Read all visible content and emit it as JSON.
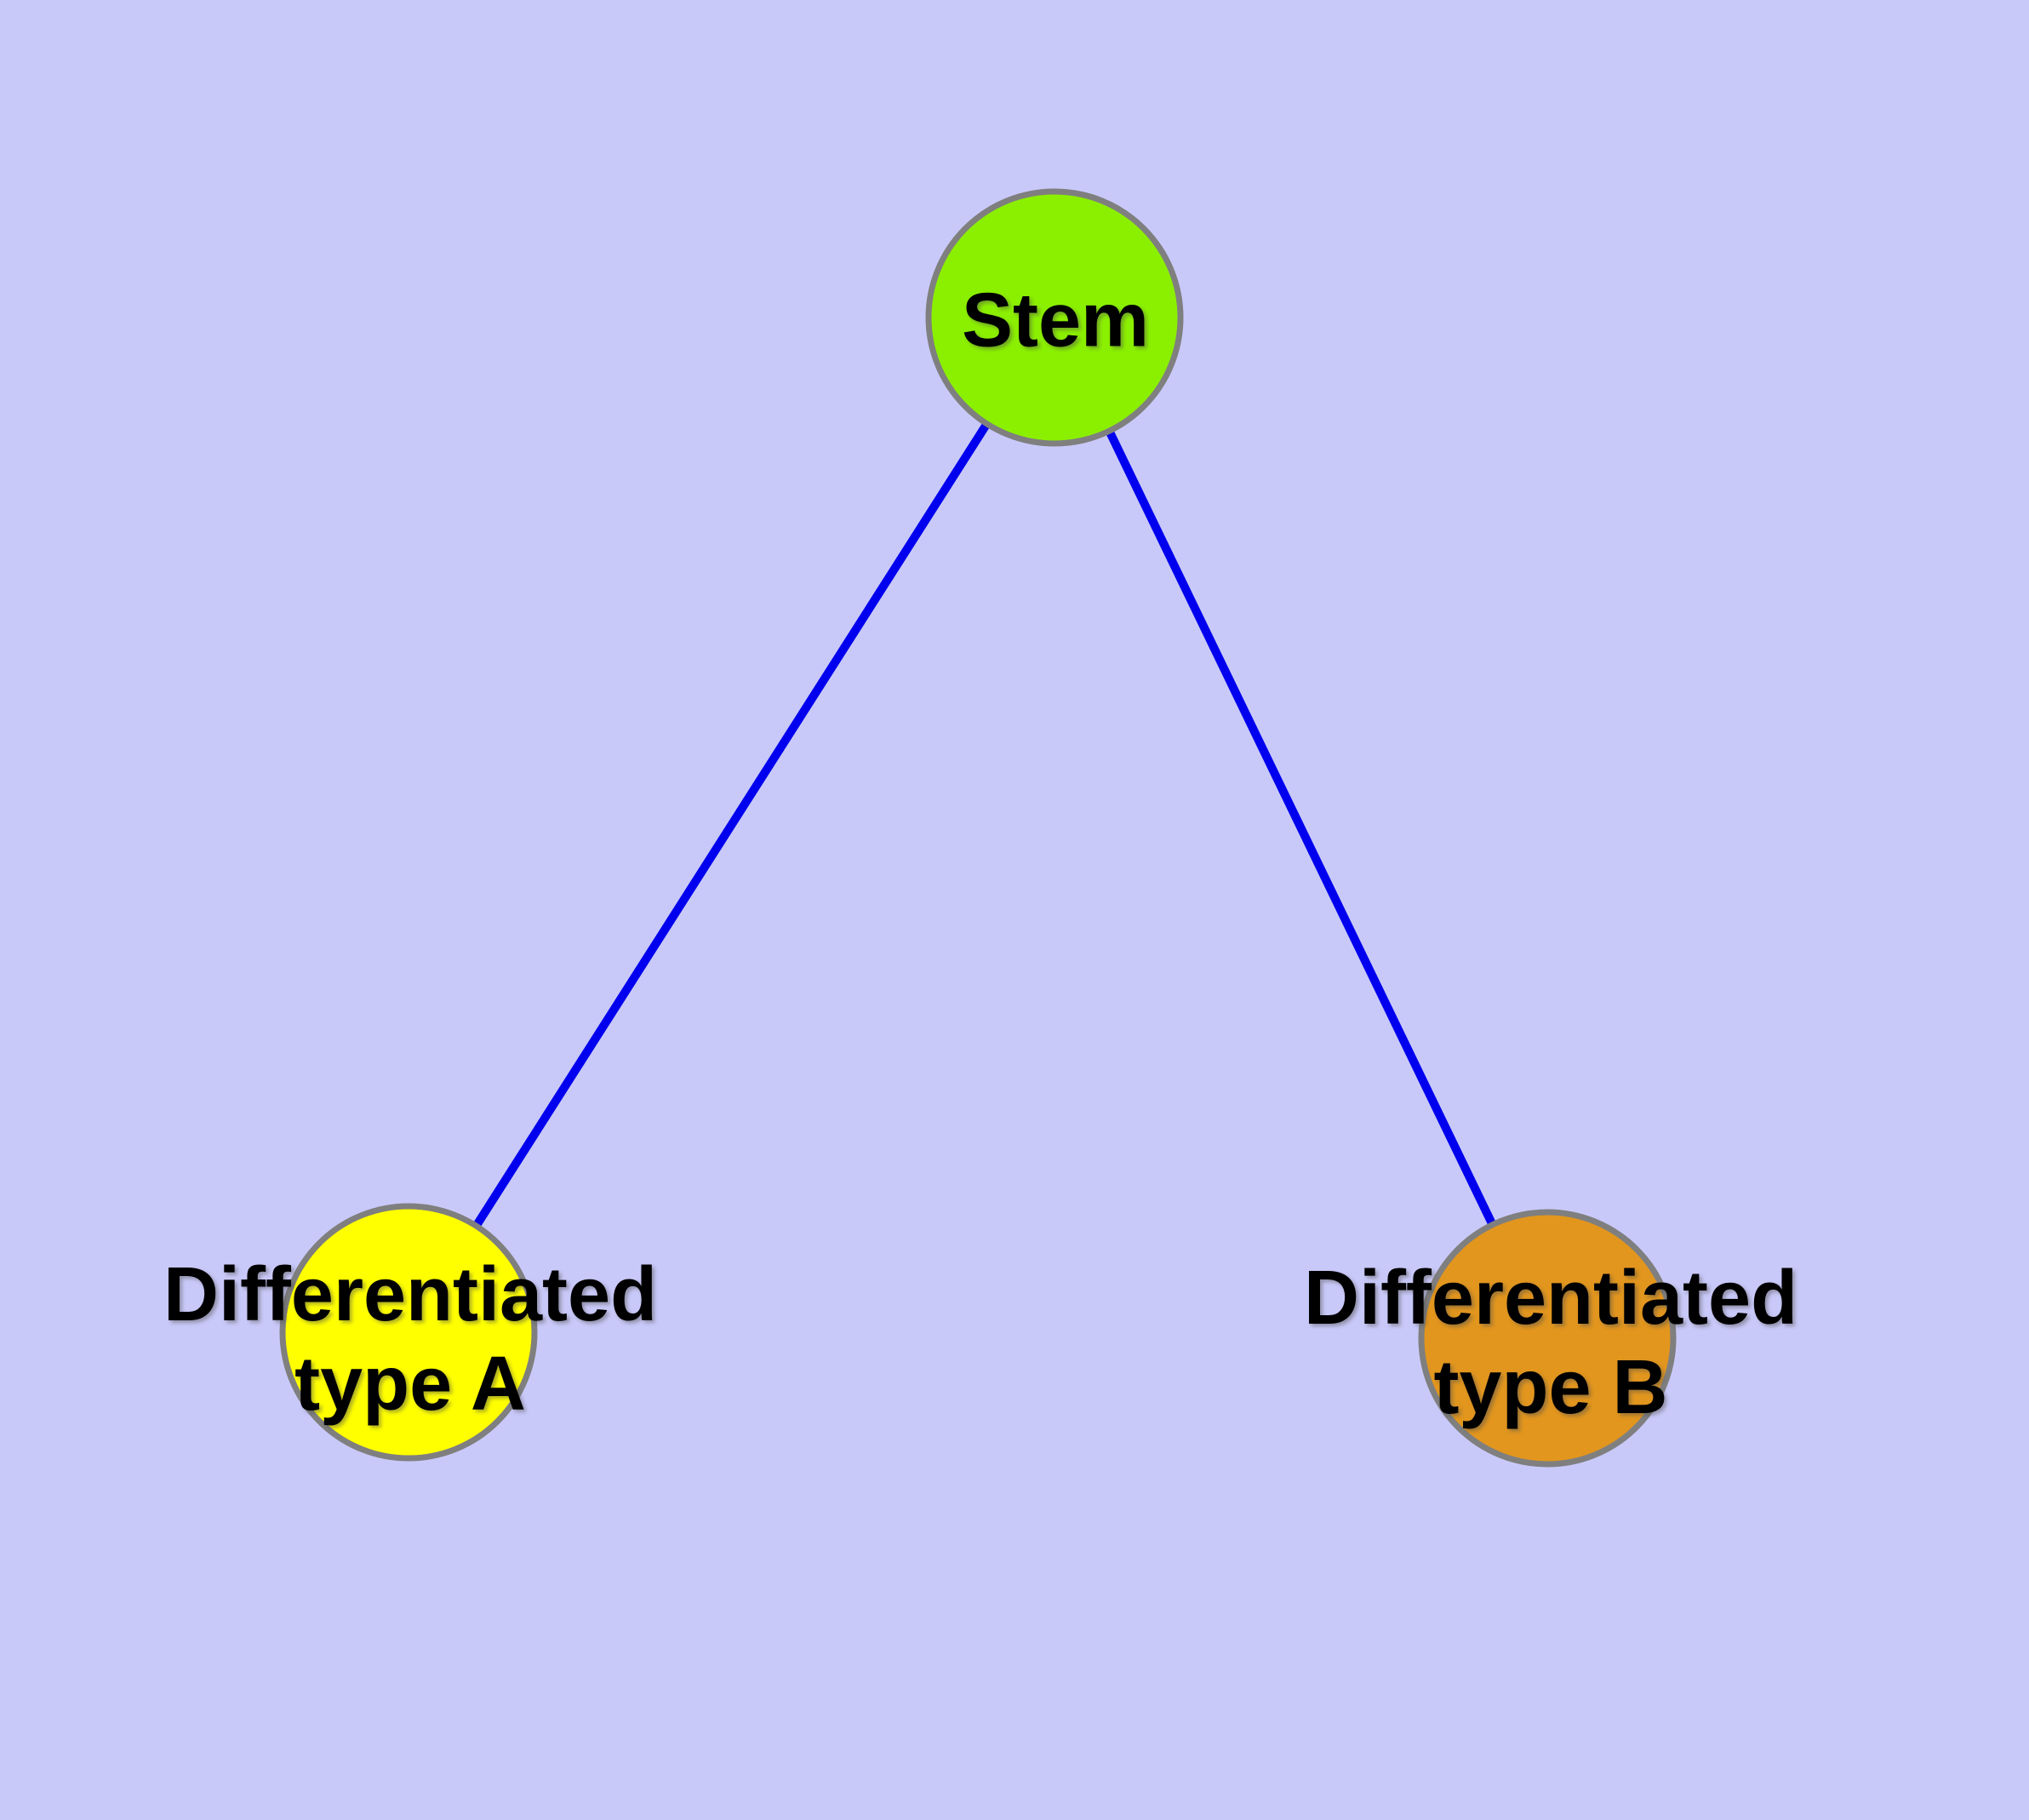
{
  "diagram": {
    "background_color": "#c9c9f9",
    "text_color": "#000000",
    "node_border_color": "#7f7f7f",
    "edge_color": "#0000ee",
    "nodes": [
      {
        "id": "stem",
        "label": "Stem",
        "color": "#8bf000",
        "border_color": "#7f7f7f"
      },
      {
        "id": "differentiated-type-a",
        "label": "Differentiated\ntype A",
        "color": "#ffff00",
        "border_color": "#7f7f7f"
      },
      {
        "id": "differentiated-type-b",
        "label": "Differentiated\ntype B",
        "color": "#e2961e",
        "border_color": "#7f7f7f"
      }
    ],
    "edges": [
      {
        "from": "stem",
        "to": "differentiated-type-a",
        "color": "#0000ee"
      },
      {
        "from": "stem",
        "to": "differentiated-type-b",
        "color": "#0000ee"
      }
    ]
  }
}
